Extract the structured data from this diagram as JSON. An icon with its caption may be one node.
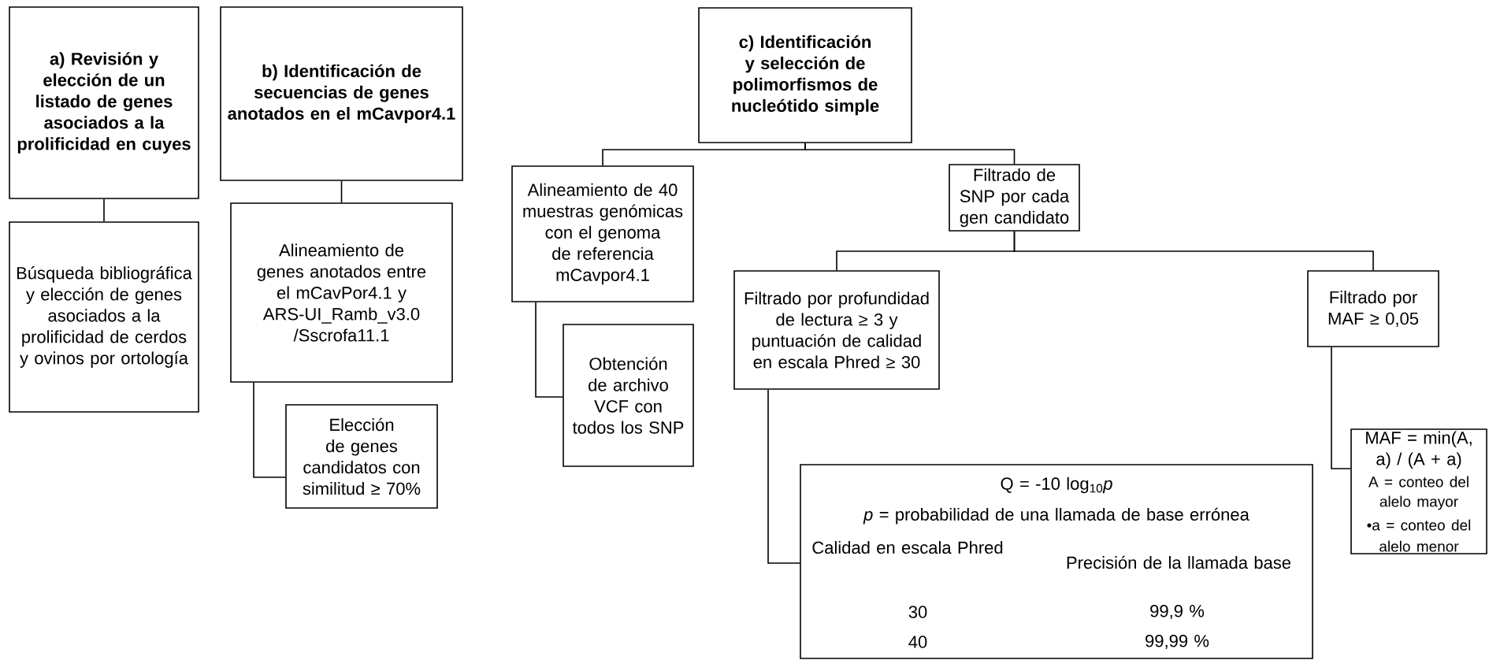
{
  "diagram": {
    "nodes": [
      {
        "text": [
          "a) Revisión y elección de un listado de genes asociados a la prolificidad en cuyes"
        ]
      },
      {
        "text": [
          "Búsqueda bibliográfica y elección de genes asociados a la prolificidad de cerdos y ovinos por ortología"
        ]
      },
      {
        "text": [
          "b) Identificación de secuencias de genes anotados en el mCavpor4.1"
        ]
      },
      {
        "text": [
          "Alineamiento de genes anotados entre el mCavPor4.1 y ARS-UI_Ramb_v3.0 /Sscrofa11.1"
        ]
      },
      {
        "text": [
          "Elección de genes candidatos con similitud ≥ 70%"
        ]
      },
      {
        "text": [
          "c) Identificación y selección de polimorfismos de nucleótido simple"
        ]
      },
      {
        "text": [
          "Alineamiento de 40 muestras genómicas con el genoma de referencia mCavpor4.1"
        ]
      },
      {
        "text": [
          "Filtrado de SNP por cada gen candidato"
        ]
      },
      {
        "text": [
          "Obtención de archivo VCF con todos los SNP"
        ]
      },
      {
        "text": [
          "Filtrado por profundidad de lectura ≥ 3 y puntuación de calidad en escala Phred ≥ 30"
        ]
      },
      {
        "text": [
          "Filtrado por MAF ≥ 0,05"
        ]
      },
      {
        "text": [
          "Q = -10 log$_{10}$*p*",
          "*p* = probabilidad de una llamada de base errónea",
          "Calidad en escala Phred",
          "Precisión de la llamada base",
          "30",
          "99,9 %",
          "40",
          "99,99 %"
        ]
      },
      {
        "text": [
          "MAF = min(A, a) / (A + a)",
          "A = conteo del alelo mayor",
          "•a = conteo del alelo menor"
        ]
      }
    ],
    "edges": [
      {
        "from": 0,
        "to": 1,
        "arrow": "none"
      },
      {
        "from": 2,
        "to": 3,
        "arrow": "none"
      },
      {
        "from": 3,
        "to": 4,
        "arrow": "none"
      },
      {
        "from": 5,
        "to": 6,
        "arrow": "none"
      },
      {
        "from": 5,
        "to": 7,
        "arrow": "none"
      },
      {
        "from": 6,
        "to": 8,
        "arrow": "none"
      },
      {
        "from": 7,
        "to": 9,
        "arrow": "none"
      },
      {
        "from": 7,
        "to": 10,
        "arrow": "none"
      },
      {
        "from": 9,
        "to": 11,
        "arrow": "none"
      },
      {
        "from": 10,
        "to": 12,
        "arrow": "none"
      }
    ]
  }
}
